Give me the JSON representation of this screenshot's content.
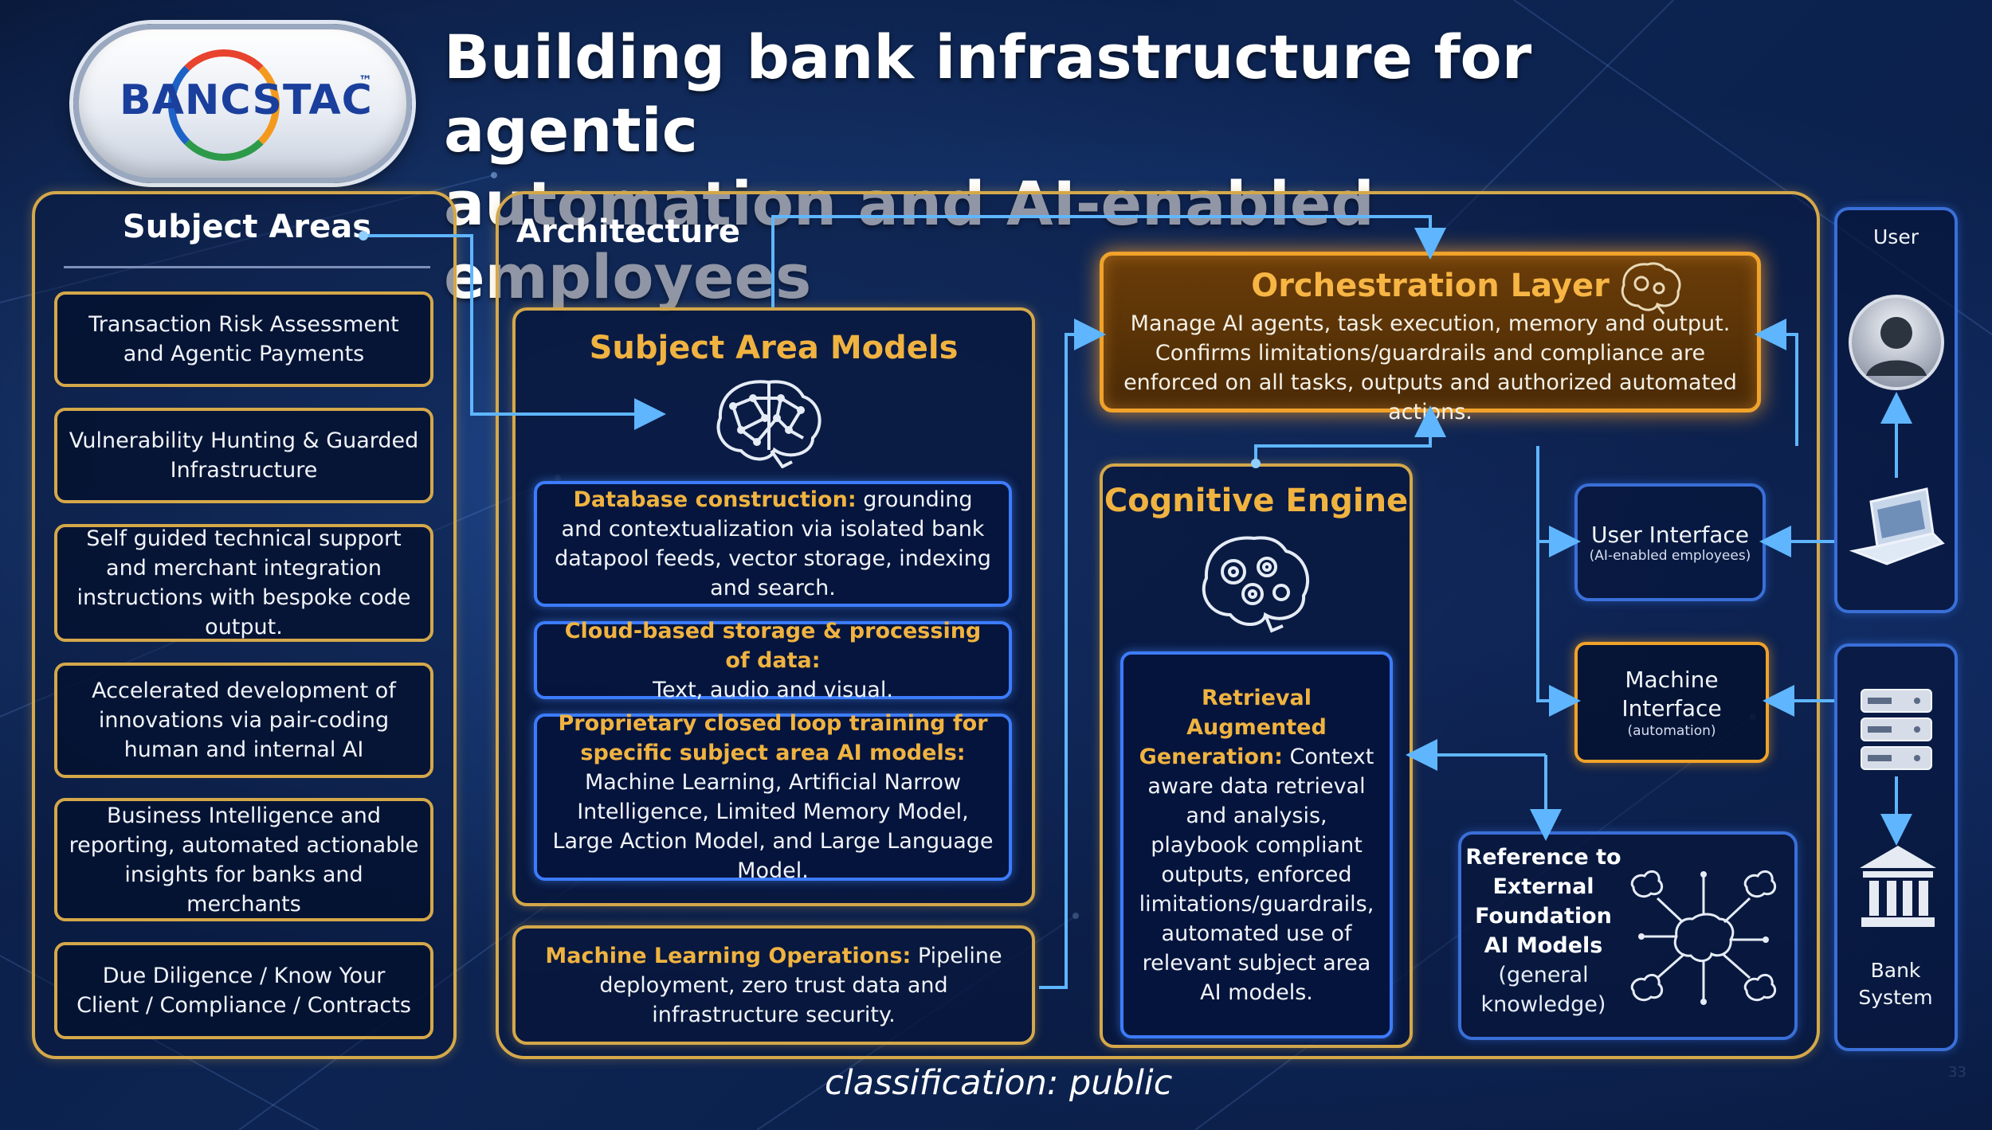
{
  "logo": {
    "text": "BANCSTAC",
    "tm": "™"
  },
  "title": {
    "line1": "Building bank infrastructure for agentic",
    "line2": "automation and AI-enabled employees"
  },
  "subject_areas": {
    "heading": "Subject Areas",
    "items": [
      {
        "text": "Transaction Risk Assessment and Agentic Payments"
      },
      {
        "text": "Vulnerability Hunting & Guarded Infrastructure"
      },
      {
        "text": "Self guided technical support and merchant integration instructions with bespoke code output."
      },
      {
        "text": "Accelerated development of innovations via pair-coding human and internal AI"
      },
      {
        "text": "Business Intelligence and reporting, automated actionable insights for banks and merchants"
      },
      {
        "text": "Due Diligence / Know Your Client / Compliance / Contracts"
      }
    ]
  },
  "architecture": {
    "heading": "Architecture",
    "subject_area_models": {
      "heading": "Subject Area Models",
      "blocks": [
        {
          "label": "Database construction:",
          "text": "grounding and contextualization via isolated bank datapool feeds, vector storage, indexing and search."
        },
        {
          "label": "Cloud-based storage & processing of data:",
          "text": "Text, audio and visual."
        },
        {
          "label": "Proprietary closed loop training for specific subject area AI models:",
          "text": "Machine Learning, Artificial Narrow Intelligence, Limited Memory Model, Large Action Model, and Large Language Model."
        }
      ]
    },
    "mlops": {
      "label": "Machine Learning Operations:",
      "text": "Pipeline deployment, zero trust data and infrastructure security."
    },
    "orchestration": {
      "heading": "Orchestration Layer",
      "text": "Manage AI agents, task execution, memory and output. Confirms limitations/guardrails and compliance are enforced on all tasks, outputs and authorized automated actions."
    },
    "cognitive_engine": {
      "heading": "Cognitive Engine",
      "label": "Retrieval Augmented Generation:",
      "text": "Context aware data retrieval and analysis, playbook compliant outputs, enforced limitations/guardrails, automated use of relevant subject area AI models."
    },
    "user_interface": {
      "title": "User Interface",
      "subtitle": "(AI-enabled employees)"
    },
    "machine_interface": {
      "title": "Machine Interface",
      "subtitle": "(automation)"
    },
    "external_models": {
      "bold": "Reference to External Foundation AI Models",
      "text": "(general knowledge)"
    }
  },
  "user": {
    "label": "User"
  },
  "bank_system": {
    "label": "Bank System"
  },
  "footer": {
    "classification": "classification: public",
    "page": "33"
  },
  "colors": {
    "gold": "#d4a84a",
    "orange": "#f0a22a",
    "blue": "#3c7cff",
    "accent_text": "#f0b340",
    "background": "#0d2452"
  },
  "icons": [
    "brain-network-icon",
    "brain-gears-icon",
    "user-avatar-icon",
    "laptop-icon",
    "server-icon",
    "bank-building-icon",
    "brain-circuit-icon"
  ]
}
